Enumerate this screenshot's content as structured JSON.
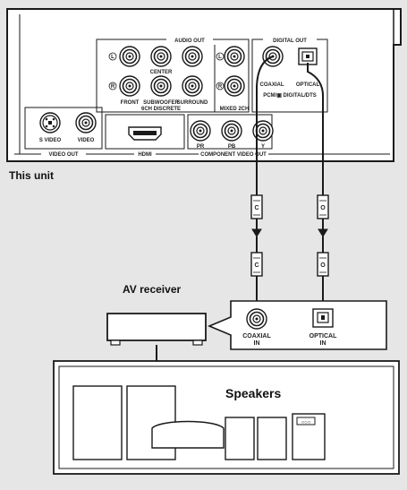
{
  "unit": {
    "caption": "This unit",
    "audio_out": {
      "group_label": "AUDIO OUT",
      "left_marker": "L",
      "right_marker": "R",
      "center_label": "CENTER",
      "front_label": "FRONT",
      "subwoofer_label": "SUBWOOFER",
      "surround_label": "SURROUND",
      "discrete_label": "6CH DISCRETE",
      "mixed_label": "MIXED 2CH"
    },
    "digital_out": {
      "group_label": "DIGITAL OUT",
      "coaxial_label": "COAXIAL",
      "optical_label": "OPTICAL",
      "format_label": "PCM/▣ DIGITAL/DTS"
    },
    "video_out": {
      "group_label": "VIDEO OUT",
      "svideo_label": "S VIDEO",
      "video_label": "VIDEO"
    },
    "hdmi_label": "HDMI",
    "component": {
      "group_label": "COMPONENT VIDEO OUT",
      "pr_label": "PR",
      "pb_label": "PB",
      "y_label": "Y"
    }
  },
  "cables": {
    "coax_plug_letter": "C",
    "optical_plug_letter": "O"
  },
  "receiver": {
    "title": "AV receiver",
    "coaxial_in": [
      "COAXIAL",
      "IN"
    ],
    "optical_in": [
      "OPTICAL",
      "IN"
    ]
  },
  "speakers": {
    "title": "Speakers",
    "tag": "○○○"
  },
  "colors": {
    "background": "#e6e6e6",
    "panel": "#ffffff",
    "stroke": "#1a1a1a"
  }
}
